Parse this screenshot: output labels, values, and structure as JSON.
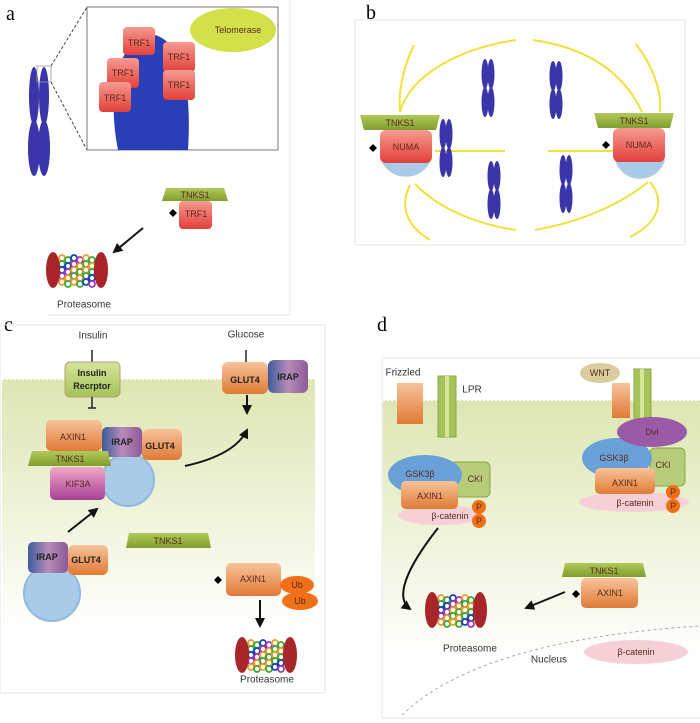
{
  "panels": {
    "a": {
      "label": "a",
      "telomerase": "Telomerase",
      "trf1": [
        "TRF1",
        "TRF1",
        "TRF1",
        "TRF1",
        "TRF1"
      ],
      "tnks1": "TNKS1",
      "trf1_bound": "TRF1",
      "proteasome": "Proteasome"
    },
    "b": {
      "label": "b",
      "tnks1_left": "TNKS1",
      "numa_left": "NUMA",
      "tnks1_right": "TNKS1",
      "numa_right": "NUMA"
    },
    "c": {
      "label": "c",
      "insulin": "Insulin",
      "receptor_line1": "Insulin",
      "receptor_line2": "Recrptor",
      "glucose": "Glucose",
      "glut4_membrane": "GLUT4",
      "irap_membrane": "IRAP",
      "axin1_complex": "AXIN1",
      "irap_complex": "IRAP",
      "glut4_complex": "GLUT4",
      "tnks1_complex": "TNKS1",
      "kif3a": "KIF3A",
      "tnks1_free": "TNKS1",
      "irap_vesicle": "IRAP",
      "glut4_vesicle": "GLUT4",
      "axin1_ub": "AXIN1",
      "ub1": "Ub",
      "ub2": "Ub",
      "proteasome": "Proteasome"
    },
    "d": {
      "label": "d",
      "frizzled": "Frizzled",
      "lpr": "LPR",
      "wnt": "WNT",
      "dvl": "Dvl",
      "gsk_left": "GSK3β",
      "cki_left": "CKI",
      "axin1_left": "AXIN1",
      "bcat_left": "β-catenin",
      "p": "P",
      "gsk_right": "GSK3β",
      "cki_right": "CKI",
      "axin1_right": "AXIN1",
      "bcat_right": "β-catenin",
      "tnks1": "TNKS1",
      "axin1_tnks": "AXIN1",
      "proteasome": "Proteasome",
      "nucleus": "Nucleus",
      "bcat_nucleus": "β-catenin"
    }
  },
  "colors": {
    "chromosome": "#3a35a8",
    "trf1": "#ee5a4f",
    "tnks1": "#8fae3a",
    "telomerase": "#d3e04a",
    "spindle": "#f2e03a",
    "numa": "#e84c45",
    "centrosome": "#a9cbe8",
    "cytoplasm": "#e2eabc",
    "axin1": "#e98a4a",
    "kif3a": "#c04a98",
    "vesicle": "#a9cbe8"
  }
}
